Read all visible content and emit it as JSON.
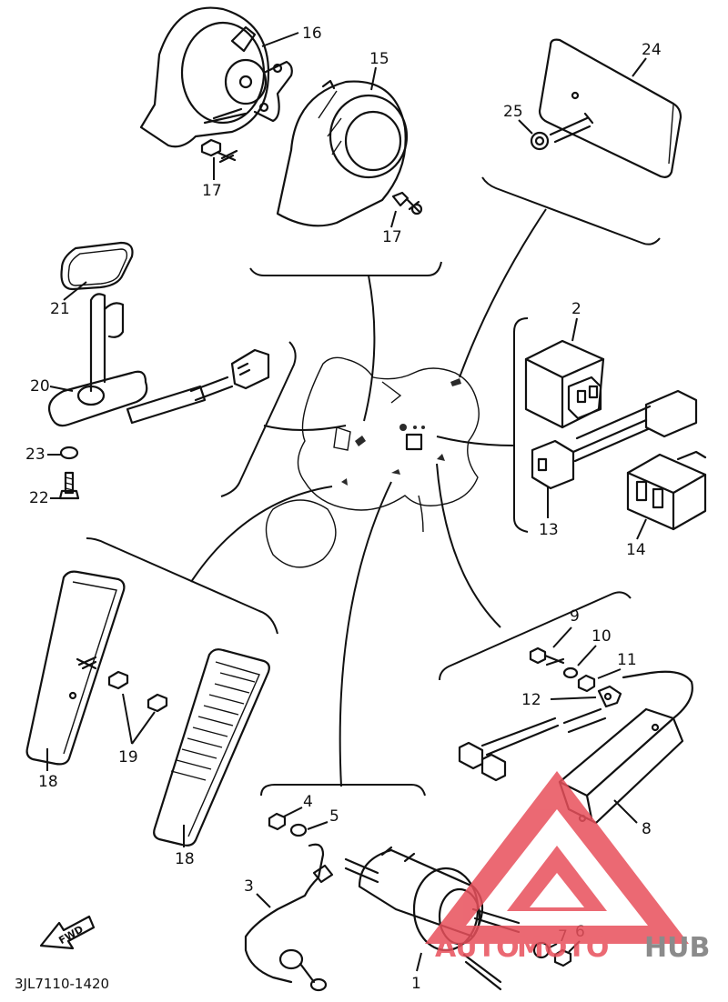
{
  "part_labels": {
    "p1": "1",
    "p2": "2",
    "p3": "3",
    "p4": "4",
    "p5": "5",
    "p6": "6",
    "p7": "7",
    "p8": "8",
    "p9": "9",
    "p10": "10",
    "p11": "11",
    "p12": "12",
    "p13": "13",
    "p14": "14",
    "p15": "15",
    "p16": "16",
    "p17a": "17",
    "p17b": "17",
    "p18a": "18",
    "p18b": "18",
    "p19": "19",
    "p20": "20",
    "p21": "21",
    "p22": "22",
    "p23": "23",
    "p24": "24",
    "p25": "25"
  },
  "fwd_label": "FWD",
  "diagram_code": "3JL7110-1420",
  "watermark": {
    "brand_part1": "AUTO",
    "brand_part2": "MOTO",
    "brand_part3": "HUB",
    "color_red": "#e8505b",
    "color_gray": "#777777"
  }
}
